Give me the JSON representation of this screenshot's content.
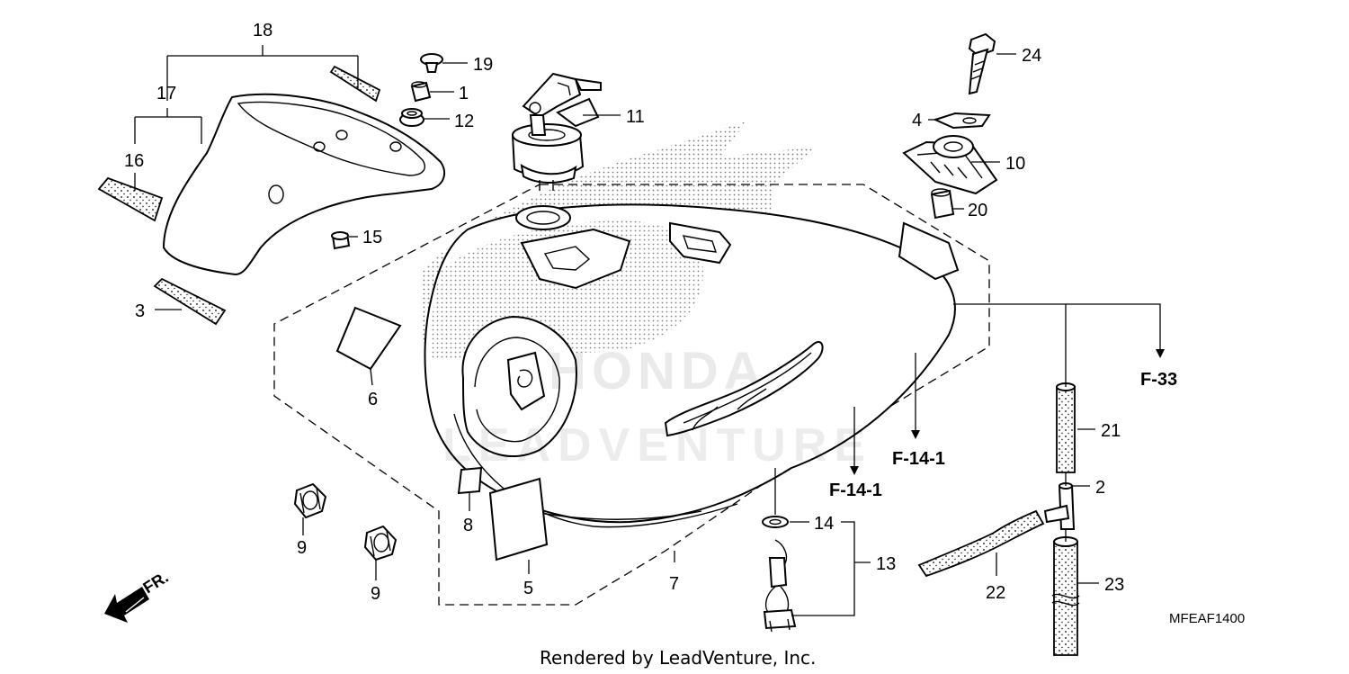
{
  "diagram": {
    "callouts": [
      {
        "id": "c1",
        "label": "1"
      },
      {
        "id": "c2",
        "label": "2"
      },
      {
        "id": "c3",
        "label": "3"
      },
      {
        "id": "c4",
        "label": "4"
      },
      {
        "id": "c5",
        "label": "5"
      },
      {
        "id": "c6",
        "label": "6"
      },
      {
        "id": "c7",
        "label": "7"
      },
      {
        "id": "c8",
        "label": "8"
      },
      {
        "id": "c9a",
        "label": "9"
      },
      {
        "id": "c9b",
        "label": "9"
      },
      {
        "id": "c10",
        "label": "10"
      },
      {
        "id": "c11",
        "label": "11"
      },
      {
        "id": "c12",
        "label": "12"
      },
      {
        "id": "c13",
        "label": "13"
      },
      {
        "id": "c14",
        "label": "14"
      },
      {
        "id": "c15",
        "label": "15"
      },
      {
        "id": "c16",
        "label": "16"
      },
      {
        "id": "c17",
        "label": "17"
      },
      {
        "id": "c18",
        "label": "18"
      },
      {
        "id": "c19",
        "label": "19"
      },
      {
        "id": "c20",
        "label": "20"
      },
      {
        "id": "c21",
        "label": "21"
      },
      {
        "id": "c22",
        "label": "22"
      },
      {
        "id": "c23",
        "label": "23"
      },
      {
        "id": "c24",
        "label": "24"
      }
    ],
    "references": {
      "f33": "F-33",
      "f14_upper": "F-14-1",
      "f14_lower": "F-14-1"
    },
    "front_marker": "FR.",
    "diagram_code": "MFEAF1400",
    "watermark": "LEADVENTURE",
    "tank_brand_mark": "HONDA",
    "footer": "Rendered by LeadVenture, Inc."
  }
}
